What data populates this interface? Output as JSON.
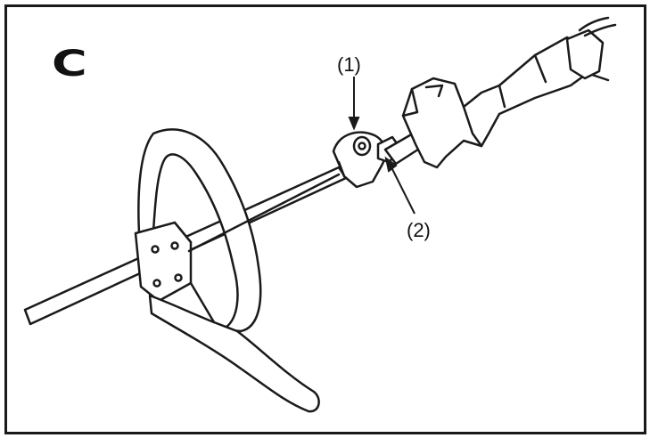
{
  "figure": {
    "letter": "C",
    "callouts": [
      {
        "id": "1",
        "label": "(1)"
      },
      {
        "id": "2",
        "label": "(2)"
      }
    ]
  },
  "colors": {
    "stroke": "#1a1a1a",
    "fill": "#ffffff"
  }
}
